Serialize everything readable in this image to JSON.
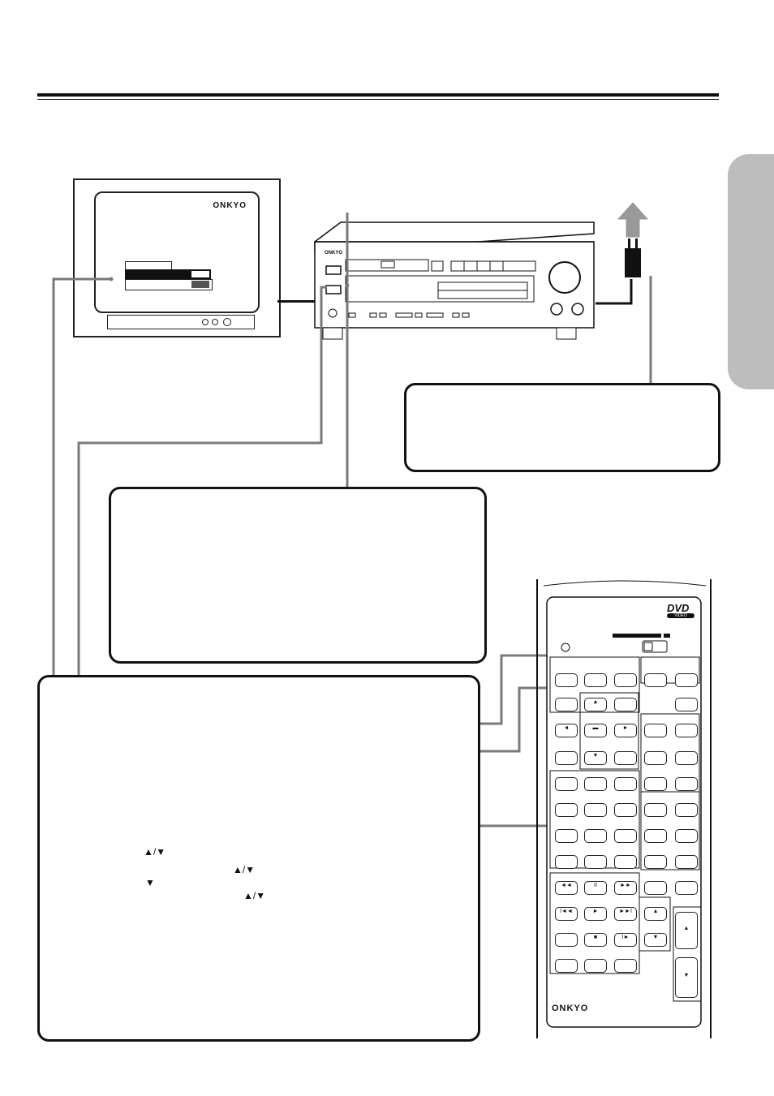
{
  "brand": {
    "tv_logo": "ONKYO",
    "player_logo": "ONKYO",
    "remote_logo": "ONKYO",
    "dvd_logo_main": "DVD",
    "dvd_logo_sub": "VIDEO"
  },
  "arrow_glyphs": {
    "up_down_1": "▲/▼",
    "up_down_2": "▲/▼",
    "down": "▼",
    "up_down_3": "▲/▼"
  },
  "remote_glyphs": {
    "up": "▲",
    "down": "▼",
    "left": "◄",
    "right": "►",
    "enter": "▬",
    "rew": "◄◄",
    "pause": "II",
    "ff": "►►",
    "prev": "I◄◄",
    "play": "►",
    "next": "►►I",
    "stop": "■",
    "step": "I►",
    "small_up": "▲",
    "small_down": "▼"
  },
  "colors": {
    "side_tab": "#bdbdbd",
    "line_gray": "#7a7a7a",
    "ink": "#111111"
  }
}
